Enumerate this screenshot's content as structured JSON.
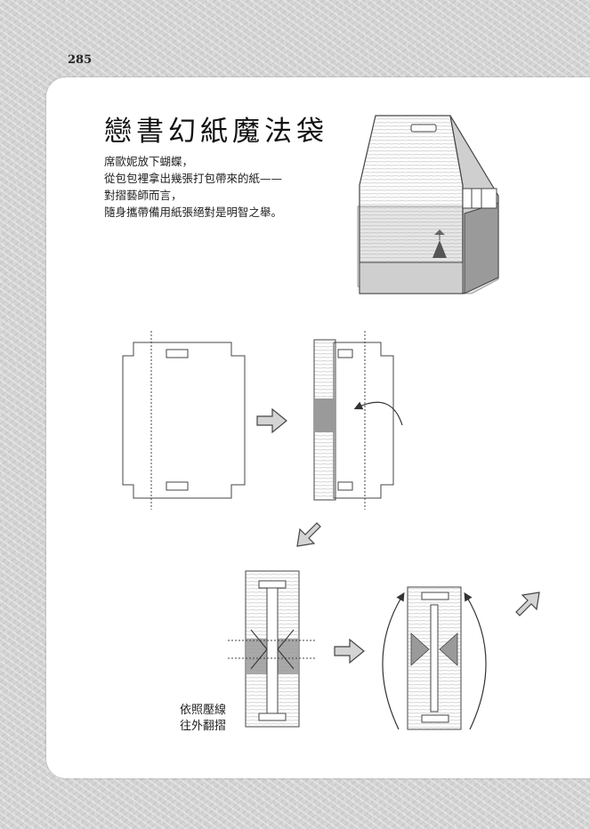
{
  "page": {
    "number": "285"
  },
  "article": {
    "title": "戀書幻紙魔法袋",
    "intro_lines": [
      "席歐妮放下蝴蝶，",
      "從包包裡拿出幾張打包帶來的紙——",
      "對摺藝師而言，",
      "隨身攜帶備用紙張絕對是明智之舉。"
    ]
  },
  "instructions": {
    "caption_lines": [
      "依照壓線",
      "往外翻摺"
    ]
  },
  "colors": {
    "paper": "#ffffff",
    "background": "#d3d3d3",
    "fold_shade": "#9a9a9a"
  }
}
